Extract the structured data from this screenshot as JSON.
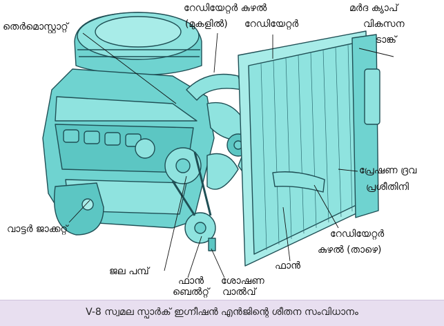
{
  "labels": {
    "thermostat": "തെർമൊസ്റ്റാറ്റ്",
    "radiator_hose_top_l1": "റേഡിയേറ്റർ കുഴൽ",
    "radiator_hose_top_l2": "(മുകളിൽ)",
    "radiator": "റേഡിയേറ്റർ",
    "pressure_cap_l1": "മർദ ക്യാപ്",
    "pressure_cap_l2": "വികസന",
    "pressure_cap_l3": "ടാങ്ക്",
    "transmission_fluid_l1": "പ്രേഷണ ദ്രവ",
    "transmission_fluid_l2": "പ്രശീതിനി",
    "water_jacket": "വാട്ടർ ജാക്കറ്റ്",
    "radiator_hose_bottom_l1": "റേഡിയേറ്റർ",
    "radiator_hose_bottom_l2": "കുഴൽ (താഴെ)",
    "fan": "ഫാൻ",
    "water_pump": "ജല പമ്പ്",
    "fan_belt_l1": "ഫാൻ",
    "fan_belt_l2": "ബെൽറ്റ്",
    "drain_valve_l1": "ശോഷണ",
    "drain_valve_l2": "വാൽവ്"
  },
  "caption": "V-8 സ്വമല സ്പാർക് ഇഗ്നീഷൻ എൻജിന്റെ ശീതന സംവിധാനം",
  "colors": {
    "engine_fill": "#6fd3d0",
    "engine_stroke": "#1f4f55",
    "caption_bg": "#e8dff0"
  }
}
